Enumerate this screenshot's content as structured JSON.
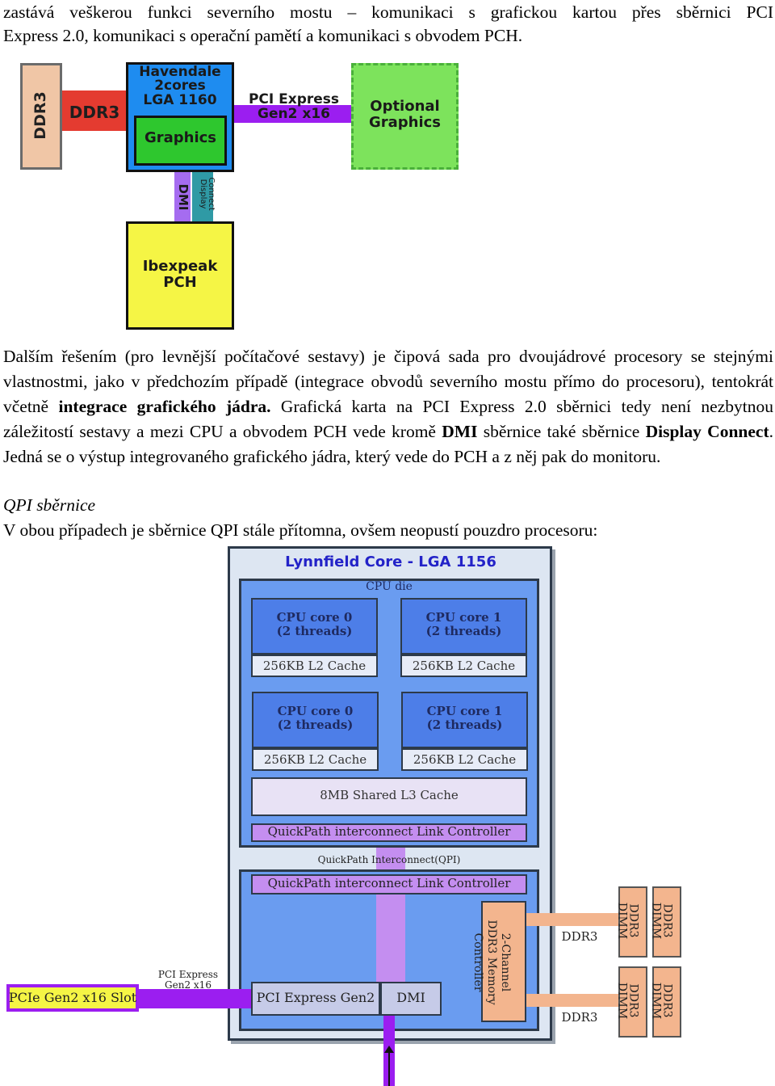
{
  "text": {
    "top_line1": "zastává veškerou funkci severního mostu – komunikaci s grafickou kartou přes sběrnici PCI",
    "top_line2": "Express 2.0, komunikaci s operační pamětí a komunikaci s obvodem PCH.",
    "p1_a": "Dalším řešením (pro levnější počítačové sestavy) je čipová sada pro dvoujádrové procesory se stejnými vlastnostmi, jako v předchozím případě (integrace obvodů severního mostu přímo do procesoru), tentokrát včetně ",
    "p1_b": "integrace grafického jádra.",
    "p1_c": " Grafická karta na PCI Express 2.0 sběrnici tedy není nezbytnou záležitostí sestavy a mezi CPU a obvodem PCH vede kromě ",
    "p1_d": "DMI",
    "p1_e": " sběrnice také sběrnice ",
    "p1_f": "Display Connect",
    "p1_g": ". Jedná se o výstup integrovaného grafického jádra, který vede do PCH a z něj pak do monitoru.",
    "qpi_heading": "QPI sběrnice",
    "p2": "V obou případech je sběrnice QPI stále přítomna, ovšem neopustí pouzdro procesoru:"
  },
  "diagram1": {
    "ddr3_module": "DDR3",
    "ddr3_bus": "DDR3",
    "cpu_line1": "Havendale",
    "cpu_line2": "2cores",
    "cpu_line3": "LGA 1160",
    "graphics": "Graphics",
    "pcie_line1": "PCI Express",
    "pcie_line2": "Gen2 x16",
    "optional_line1": "Optional",
    "optional_line2": "Graphics",
    "dmi": "DMI",
    "display_line1": "Display",
    "display_line2": "Connect",
    "pch_line1": "Ibexpeak",
    "pch_line2": "PCH"
  },
  "diagram2": {
    "title": "Lynnfield Core - LGA 1156",
    "cpu_die": "CPU die",
    "core0a_l1": "CPU core 0",
    "core0a_l2": "(2 threads)",
    "core1a_l1": "CPU core 1",
    "core1a_l2": "(2 threads)",
    "cache": "256KB L2 Cache",
    "l3": "8MB Shared L3 Cache",
    "qpi_ctrl": "QuickPath interconnect Link Controller",
    "qpi_label": "QuickPath Interconnect(QPI)",
    "mem_ctrl_l1": "2-Channel",
    "mem_ctrl_l2": "DDR3 Memory",
    "mem_ctrl_l3": "Controller",
    "ddr3": "DDR3",
    "dimm_l1": "DDR3",
    "dimm_l2": "DIMM",
    "pcie_gen2": "PCI Express Gen2",
    "dmi": "DMI",
    "pcie_slot": "PCIe Gen2 x16 Slot",
    "pcie_bus_l1": "PCI Express",
    "pcie_bus_l2": "Gen2 x16"
  }
}
